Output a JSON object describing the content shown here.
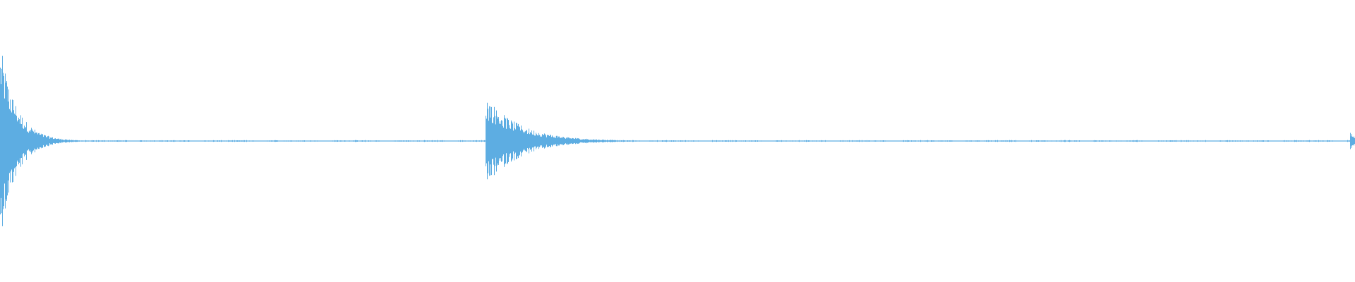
{
  "waveform": {
    "color": "#5dade2",
    "background": "#ffffff",
    "peaks": [
      {
        "pos": 0.001,
        "amp": 0.92,
        "decay": 0.012
      },
      {
        "pos": 0.359,
        "amp": 0.45,
        "decay": 0.025
      },
      {
        "pos": 0.997,
        "amp": 0.09,
        "decay": 0.004
      }
    ],
    "bumps": [
      {
        "pos": 0.381,
        "amp": 0.04
      },
      {
        "pos": 0.389,
        "amp": 0.035
      },
      {
        "pos": 0.398,
        "amp": 0.07
      },
      {
        "pos": 0.43,
        "amp": 0.02
      },
      {
        "pos": 0.452,
        "amp": 0.015
      }
    ],
    "baseline_amp": 0.008
  }
}
